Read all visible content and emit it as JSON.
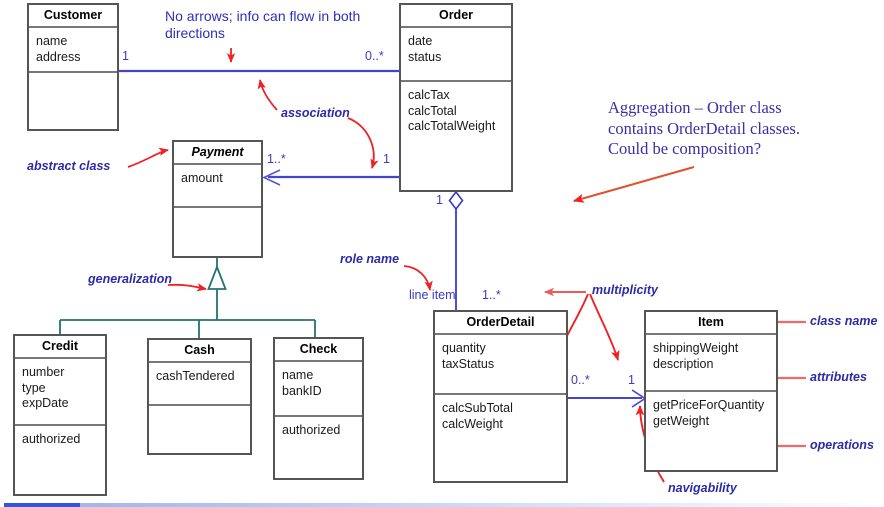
{
  "diagram": {
    "title": "UML Class Diagram - Order System",
    "colors": {
      "class_border": "#555555",
      "association_line": "#4444cc",
      "generalization_line": "#237373",
      "callout_arrow": "#ee2222",
      "annotation_text": "#2b2ba8",
      "multiplicity_text": "#3a3ac0",
      "note_text": "#3a2fa8"
    }
  },
  "classes": [
    {
      "id": "customer",
      "name": "Customer",
      "abstract": false,
      "attributes": [
        "name",
        "address"
      ],
      "operations": []
    },
    {
      "id": "order",
      "name": "Order",
      "abstract": false,
      "attributes": [
        "date",
        "status"
      ],
      "operations": [
        "calcTax",
        "calcTotal",
        "calcTotalWeight"
      ]
    },
    {
      "id": "payment",
      "name": "Payment",
      "abstract": true,
      "attributes": [
        "amount"
      ],
      "operations": []
    },
    {
      "id": "credit",
      "name": "Credit",
      "abstract": false,
      "attributes": [
        "number",
        "type",
        "expDate"
      ],
      "operations": [
        "authorized"
      ]
    },
    {
      "id": "cash",
      "name": "Cash",
      "abstract": false,
      "attributes": [
        "cashTendered"
      ],
      "operations": []
    },
    {
      "id": "check",
      "name": "Check",
      "abstract": false,
      "attributes": [
        "name",
        "bankID"
      ],
      "operations": [
        "authorized"
      ]
    },
    {
      "id": "orderdetail",
      "name": "OrderDetail",
      "abstract": false,
      "attributes": [
        "quantity",
        "taxStatus"
      ],
      "operations": [
        "calcSubTotal",
        "calcWeight"
      ]
    },
    {
      "id": "item",
      "name": "Item",
      "abstract": false,
      "attributes": [
        "shippingWeight",
        "description"
      ],
      "operations": [
        "getPriceForQuantity",
        "getWeight"
      ]
    }
  ],
  "multiplicities": {
    "customer_order_left": "1",
    "customer_order_right": "0..*",
    "payment_order_left": "1..*",
    "payment_order_right": "1",
    "order_orderdetail_top": "1",
    "order_orderdetail_bottom": "1..*",
    "orderdetail_item_left": "0..*",
    "orderdetail_item_right": "1"
  },
  "role_names": {
    "line_item": "line item"
  },
  "notes": {
    "no_arrows": "No arrows; info can flow in both directions",
    "aggregation": "Aggregation – Order class contains OrderDetail classes. Could be composition?"
  },
  "callouts": {
    "association": "association",
    "abstract_class": "abstract class",
    "generalization": "generalization",
    "role_name": "role name",
    "multiplicity": "multiplicity",
    "navigability": "navigability",
    "class_name": "class name",
    "attributes": "attributes",
    "operations": "operations"
  }
}
